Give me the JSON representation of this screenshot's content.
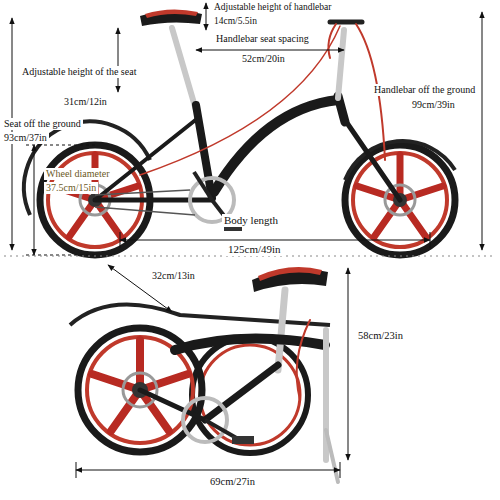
{
  "diagram": {
    "labels": [
      "Adjustable height of handlebar",
      "14cm/5.5in",
      "Handlebar seat spacing",
      "52cm/20in",
      "Adjustable height of the seat",
      "31cm/12in",
      "Seat off the ground",
      "93cm/37in",
      "Handlebar off the ground",
      "99cm/39in",
      "Wheel diameter",
      "37.5cm/15in",
      "Body length",
      "125cm/49in",
      "32cm/13in",
      "58cm/23in",
      "69cm/27in"
    ]
  }
}
